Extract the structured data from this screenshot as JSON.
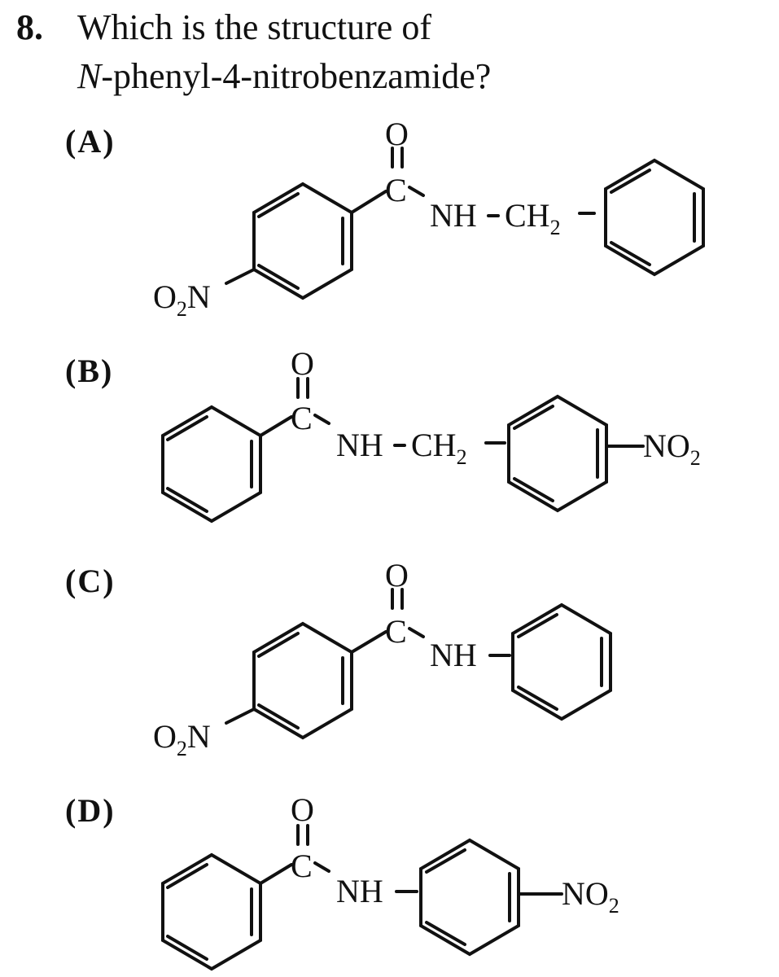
{
  "question": {
    "number": "8",
    "separator": ".",
    "line1": "Which is the structure of",
    "line2_italic": "N",
    "line2_rest": "-phenyl-4-nitrobenzamide?"
  },
  "options": [
    {
      "label": "(A)"
    },
    {
      "label": "(B)"
    },
    {
      "label": "(C)"
    },
    {
      "label": "(D)"
    }
  ],
  "chem": {
    "oxygen": "O",
    "carbon": "C",
    "nh": "NH",
    "dash": "−",
    "ch2_main": "CH",
    "ch2_sub": "2",
    "o2n_o": "O",
    "o2n_sub": "2",
    "o2n_n": "N",
    "no2_main": "NO",
    "no2_sub": "2"
  }
}
